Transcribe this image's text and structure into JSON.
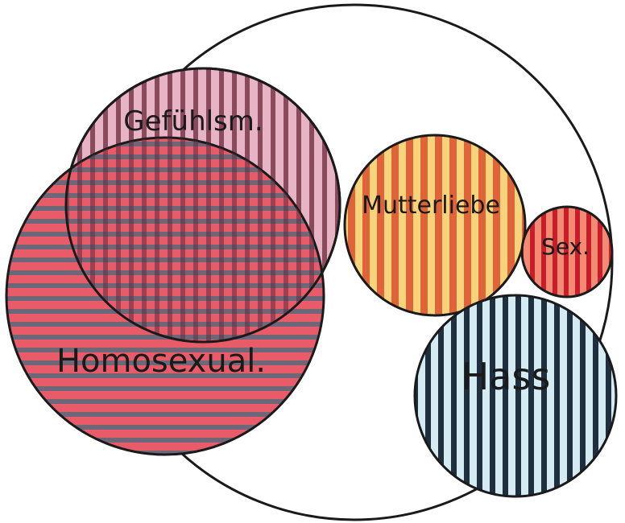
{
  "diagram": {
    "labels": {
      "gefuehlsm": "Gefühlsm.",
      "homosexual": "Homosexual.",
      "mutterliebe": "Mutterliebe",
      "sex": "Sex.",
      "hass": "Hass"
    },
    "colors": {
      "outline": "#1a1a1a",
      "gefuehlsm_fill": "#e7b4c6",
      "gefuehlsm_stripe": "#8a4a5e",
      "homosexual_fill": "#e85c6a",
      "homosexual_stripe": "#6f6678",
      "mutterliebe_fill": "#f7d37c",
      "mutterliebe_stripe": "#e0643a",
      "sex_fill": "#f28a76",
      "sex_stripe": "#c81e2a",
      "hass_fill": "#d4ebf2",
      "hass_stripe": "#1f2f3f"
    }
  }
}
